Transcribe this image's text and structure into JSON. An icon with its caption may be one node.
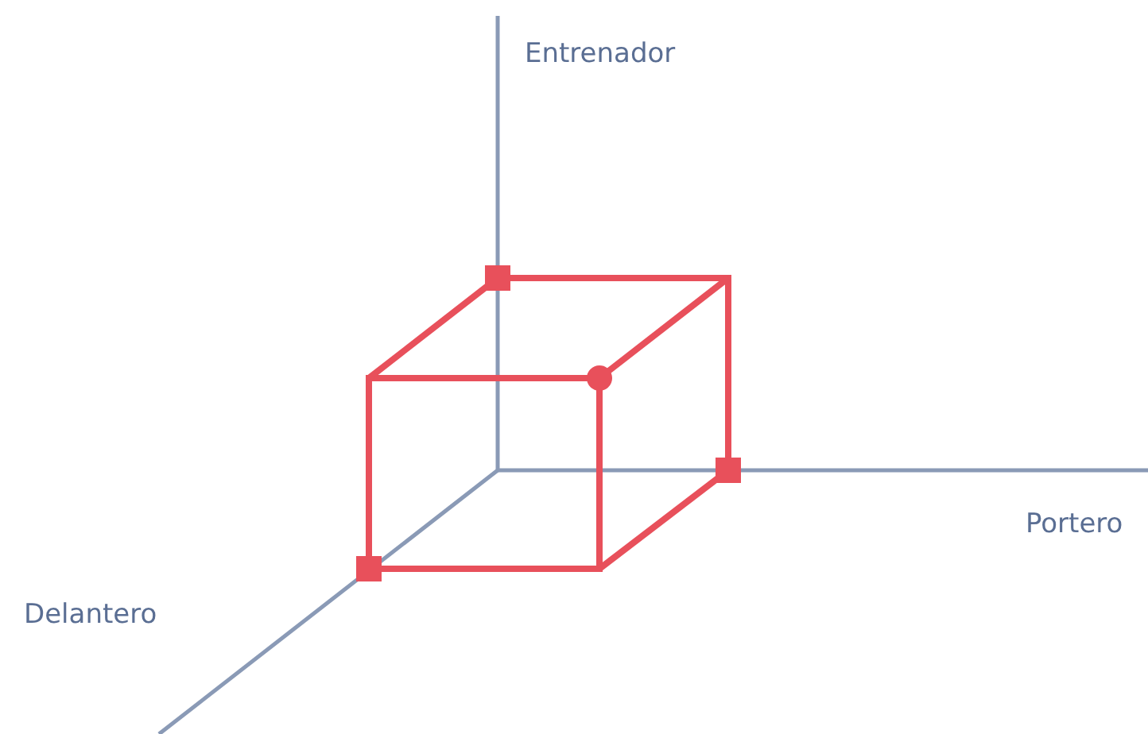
{
  "diagram": {
    "labels": [
      "Entrenador",
      "Portero",
      "Delantero"
    ]
  }
}
